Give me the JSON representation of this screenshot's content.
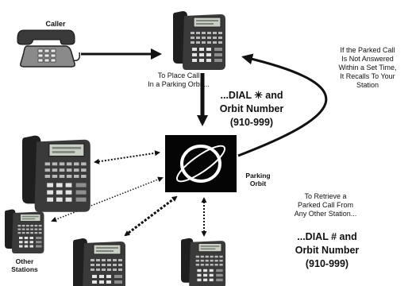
{
  "labels": {
    "caller": "Caller",
    "place_call": [
      "To Place Call",
      "In a Parking Orbit..."
    ],
    "dial_place": [
      "...DIAL ✳ and",
      "Orbit Number",
      "(910-999)"
    ],
    "recall": [
      "If the Parked Call",
      "Is Not Answered",
      "Within a Set Time,",
      "It Recalls To Your",
      "Station"
    ],
    "parking_orbit": [
      "Parking",
      "Orbit"
    ],
    "retrieve": [
      "To Retrieve a",
      "Parked Call From",
      "Any Other Station..."
    ],
    "dial_retrieve": [
      "...DIAL # and",
      "Orbit Number",
      "(910-999)"
    ],
    "other_stations": [
      "Other",
      "Stations"
    ]
  },
  "icons": {
    "caller_phone": "desk-telephone-icon",
    "station_phone": "office-phone-icon",
    "orbit": "parking-orbit-icon"
  },
  "colors": {
    "phone_body": "#3a3a3a",
    "phone_dark": "#1a1a1a",
    "display": "#c9cfc4",
    "orbit_box": "#050505",
    "caller_phone": "#8a8a8a"
  }
}
